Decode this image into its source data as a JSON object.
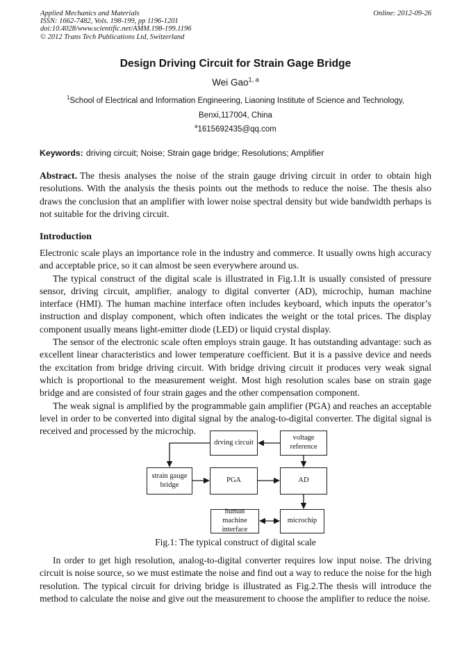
{
  "header": {
    "journal": "Applied Mechanics and Materials",
    "issn": "ISSN: 1662-7482, Vols. 198-199, pp 1196-1201",
    "doi": "doi:10.4028/www.scientific.net/AMM.198-199.1196",
    "copyright": "© 2012 Trans Tech Publications Ltd, Switzerland",
    "online": "Online: 2012-09-26"
  },
  "title": "Design Driving Circuit for Strain Gage Bridge",
  "author": {
    "name": "Wei Gao",
    "sup": "1, a"
  },
  "affiliation": {
    "sup1": "1",
    "line1": "School of Electrical and Information Engineering, Liaoning Institute of Science and Technology,",
    "line2": "Benxi,117004, China",
    "email_sup": "a",
    "email": "1615692435@qq.com"
  },
  "keywords": {
    "label": "Keywords:",
    "text": "driving circuit; Noise; Strain gage bridge; Resolutions; Amplifier"
  },
  "abstract": {
    "label": "Abstract.",
    "text": "The thesis analyses the noise of the strain gauge driving circuit in order to obtain high resolutions. With the analysis the thesis points out the methods to reduce the noise. The thesis also draws the conclusion that an amplifier with lower noise spectral density but wide bandwidth perhaps is not suitable for the driving circuit."
  },
  "intro": {
    "heading": "Introduction",
    "paragraphs": [
      "Electronic scale plays an importance role in the industry and commerce. It usually owns high accuracy and acceptable price, so it can almost be seen everywhere around us.",
      "The typical construct of the digital scale is illustrated in Fig.1.It is usually consisted of pressure sensor, driving circuit, amplifier, analogy to digital converter (AD), microchip, human machine interface (HMI). The human machine interface often includes keyboard, which inputs the operator’s instruction and display component, which often indicates the weight or the total prices. The display component usually means light-emitter diode (LED) or liquid crystal display.",
      "The sensor of the electronic scale often employs strain gauge. It has outstanding advantage: such as excellent linear characteristics and lower temperature coefficient. But it is a passive device and needs the excitation from bridge driving circuit. With bridge driving circuit it produces very weak signal which is proportional to the measurement weight. Most high resolution scales base on strain gage bridge and are consisted of four strain gages and the other compensation component.",
      "The weak signal is amplified by the programmable gain amplifier (PGA) and reaches an acceptable level in order to be converted into digital signal by the analog-to-digital converter. The digital signal is received and processed by the microchip."
    ],
    "closing": "In order to get high resolution, analog-to-digital converter requires low input noise. The driving circuit is noise source, so we must estimate the noise and find out a way to reduce the noise for the high resolution. The typical circuit for driving bridge is illustrated as Fig.2.The thesis will introduce the method to calculate the noise and give out the measurement to choose the amplifier to reduce the noise."
  },
  "figure": {
    "caption": "Fig.1: The typical construct of digital scale",
    "blocks": {
      "driving_circuit": "drving circuit",
      "voltage_reference": "voltage reference",
      "strain_gauge_bridge": "strain gauge bridge",
      "pga": "PGA",
      "ad": "AD",
      "hmi": "human machine interface",
      "microchip": "microchip"
    }
  }
}
